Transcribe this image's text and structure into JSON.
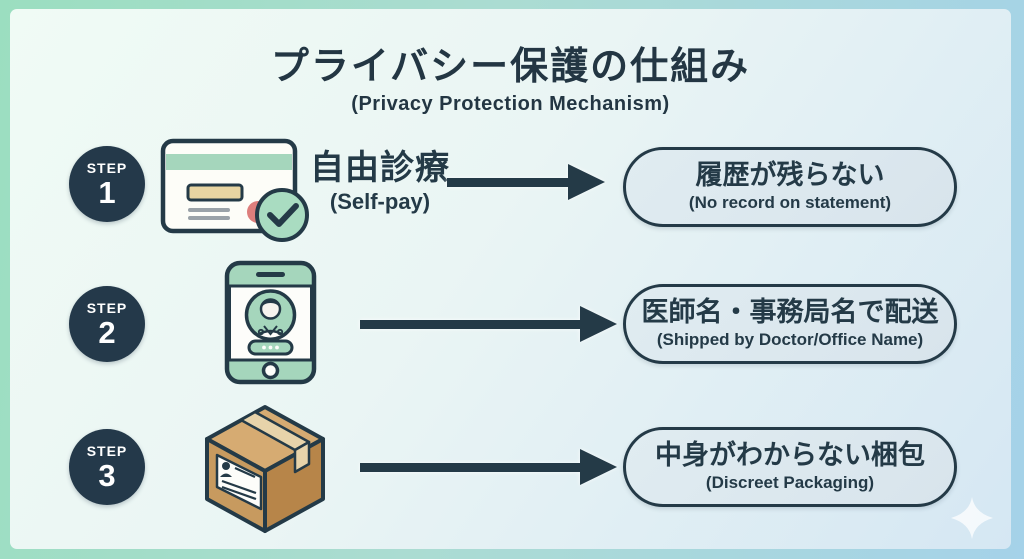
{
  "title": {
    "text": "プライバシー保護の仕組み",
    "subtitle": "(Privacy Protection Mechanism)"
  },
  "steps": [
    {
      "step_label": "STEP",
      "step_number": "1",
      "icon": "credit-card-check-icon",
      "item_jp": "自由診療",
      "item_en": "(Self-pay)",
      "result_jp": "履歴が残らない",
      "result_en": "(No record on statement)"
    },
    {
      "step_label": "STEP",
      "step_number": "2",
      "icon": "smartphone-doctor-icon",
      "result_jp": "医師名・事務局名で配送",
      "result_en": "(Shipped by Doctor/Office Name)"
    },
    {
      "step_label": "STEP",
      "step_number": "3",
      "icon": "shipping-box-icon",
      "result_jp": "中身がわからない梱包",
      "result_en": "(Discreet Packaging)"
    }
  ],
  "colors": {
    "ink": "#243a47",
    "mint_green": "#a5d6bc",
    "frame_green": "#9bdec0",
    "frame_blue": "#a5d2e9",
    "result_box_fill": "#dce8ee",
    "card_red": "#dd7e7c",
    "card_tan": "#ecd9a2",
    "carton_top": "#d6ab72",
    "carton_left": "#c79a5f",
    "carton_right": "#b78549"
  },
  "decor": {
    "sparkle": "sparkle-icon"
  }
}
